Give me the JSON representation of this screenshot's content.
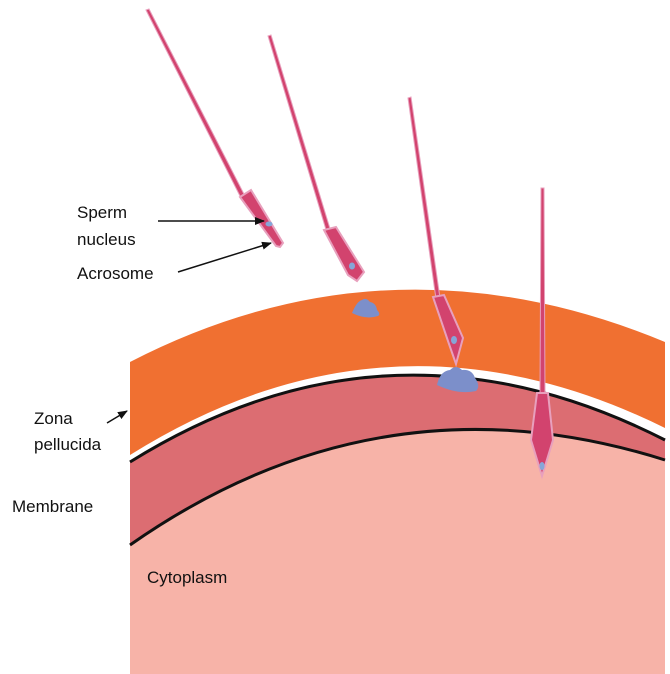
{
  "labels": {
    "sperm_line1": "Sperm",
    "sperm_line2": "nucleus",
    "acrosome": "Acrosome",
    "zona_line1": "Zona",
    "zona_line2": "pellucida",
    "membrane": "Membrane",
    "cytoplasm": "Cytoplasm"
  },
  "colors": {
    "zona": "#f07031",
    "membrane_band": "#dc6d72",
    "cytoplasm": "#f7b3a8",
    "outline": "#111111",
    "sperm_body": "#d2436e",
    "sperm_outline": "#e8a0bd",
    "acrosome": "#7c8fca",
    "nucleus": "#86a6d8"
  }
}
